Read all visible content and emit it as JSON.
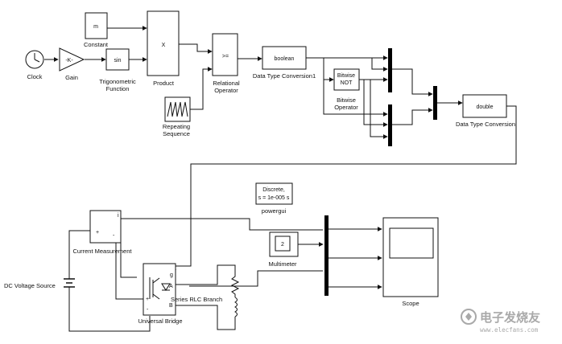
{
  "blocks": {
    "clock": "Clock",
    "gain": "Gain",
    "gain_value": "-K-",
    "constant": "Constant",
    "constant_value": "m",
    "trig": "sin",
    "trig_label_1": "Trigonometric",
    "trig_label_2": "Function",
    "product": "Product",
    "product_symbol": "X",
    "relational": ">=",
    "relational_label_1": "Relational",
    "relational_label_2": "Operator",
    "repeating_label_1": "Repeating",
    "repeating_label_2": "Sequence",
    "dtc1": "boolean",
    "dtc1_label": "Data Type Conversion1",
    "bitwise_1": "Bitwise",
    "bitwise_2": "NOT",
    "bitwise_label_1": "Bitwise",
    "bitwise_label_2": "Operator",
    "dtc": "double",
    "dtc_label": "Data Type Conversion",
    "current_measurement": "Current Measurement",
    "cm_port_i": "i",
    "cm_plus": "+",
    "cm_minus": "-",
    "dc_source": "DC Voltage Source",
    "powergui_1": "Discrete,",
    "powergui_2": "s = 1e-005 s",
    "powergui_label": "powergui",
    "multimeter_value": "2",
    "multimeter": "Multimeter",
    "scope": "Scope",
    "universal_bridge": "Universal Bridge",
    "bridge_g": "g",
    "bridge_a": "A",
    "bridge_b": "B",
    "bridge_plus": "+",
    "bridge_minus": "-",
    "rlc": "Series RLC Branch"
  },
  "watermark": {
    "main": "电子发烧友",
    "url": "www.elecfans.com"
  },
  "colors": {
    "line": "#111111",
    "watermark": "#a9a9a9"
  }
}
